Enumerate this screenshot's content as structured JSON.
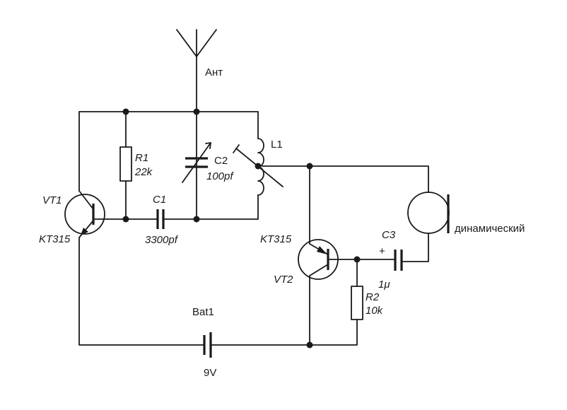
{
  "diagram": {
    "labels": {
      "antenna": "Ант",
      "r1_name": "R1",
      "r1_value": "22k",
      "c2_name": "C2",
      "c2_value": "100pf",
      "l1_name": "L1",
      "vt1_name": "VT1",
      "vt1_type": "KT315",
      "c1_name": "C1",
      "c1_value": "3300pf",
      "vt2_type": "KT315",
      "vt2_name": "VT2",
      "c3_name": "C3",
      "c3_plus": "+",
      "c3_value": "1μ",
      "r2_name": "R2",
      "r2_value": "10k",
      "speaker": "динамический",
      "bat_name": "Bat1",
      "bat_value": "9V"
    }
  }
}
